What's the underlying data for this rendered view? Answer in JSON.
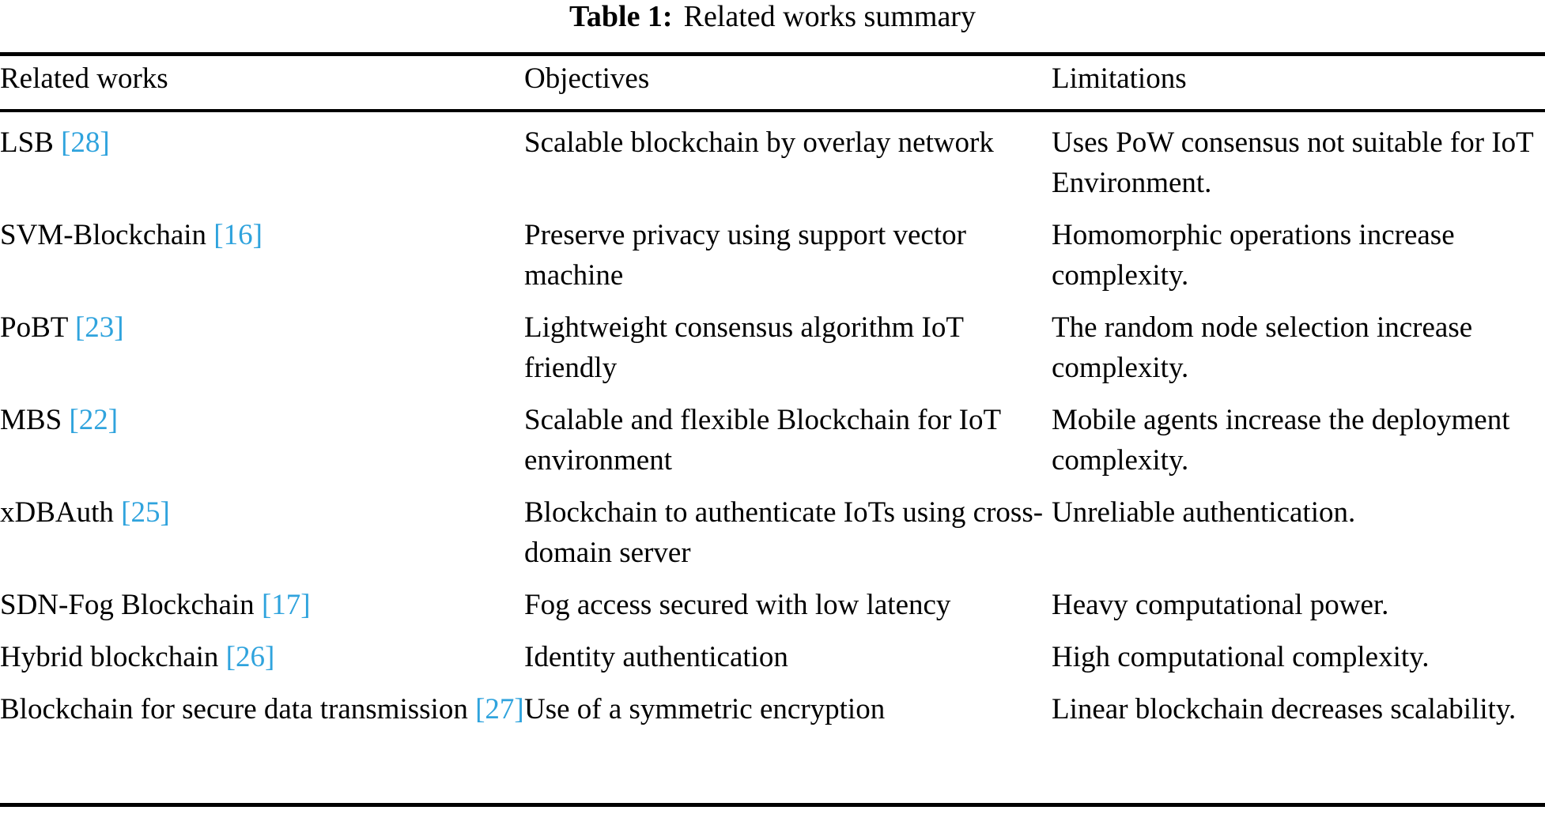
{
  "caption": {
    "label": "Table 1:",
    "text": "Related works summary"
  },
  "colors": {
    "citation": "#2fa3dd",
    "text": "#000000",
    "background": "#ffffff",
    "rule": "#000000"
  },
  "table": {
    "columns": [
      {
        "key": "related_works",
        "header": "Related works"
      },
      {
        "key": "objectives",
        "header": "Objectives"
      },
      {
        "key": "limitations",
        "header": "Limitations"
      }
    ],
    "rows": [
      {
        "related_works": "LSB ",
        "related_works_cite": "[28]",
        "objectives": "Scalable blockchain by overlay network",
        "limitations": "Uses PoW consensus not suitable for IoT Environment."
      },
      {
        "related_works": "SVM-Blockchain ",
        "related_works_cite": "[16]",
        "objectives": "Preserve privacy using support vector machine",
        "limitations": "Homomorphic operations increase complexity."
      },
      {
        "related_works": "PoBT ",
        "related_works_cite": "[23]",
        "objectives": "Lightweight consensus algorithm IoT friendly",
        "limitations": "The random node selection increase complexity."
      },
      {
        "related_works": "MBS ",
        "related_works_cite": "[22]",
        "objectives": "Scalable and flexible Blockchain for IoT environment",
        "limitations": "Mobile agents increase the deployment complexity."
      },
      {
        "related_works": "xDBAuth ",
        "related_works_cite": "[25]",
        "objectives": "Blockchain to authenticate IoTs using cross-domain server",
        "limitations": "Unreliable authentication."
      },
      {
        "related_works": "SDN-Fog Blockchain ",
        "related_works_cite": "[17]",
        "objectives": "Fog access secured with low latency",
        "limitations": "Heavy computational power."
      },
      {
        "related_works": "Hybrid blockchain ",
        "related_works_cite": "[26]",
        "objectives": "Identity authentication",
        "limitations": "High computational complexity."
      },
      {
        "related_works": "Blockchain for secure data transmission ",
        "related_works_cite": "[27]",
        "objectives": "Use of a symmetric encryption",
        "limitations": "Linear blockchain decreases scalability."
      }
    ]
  }
}
